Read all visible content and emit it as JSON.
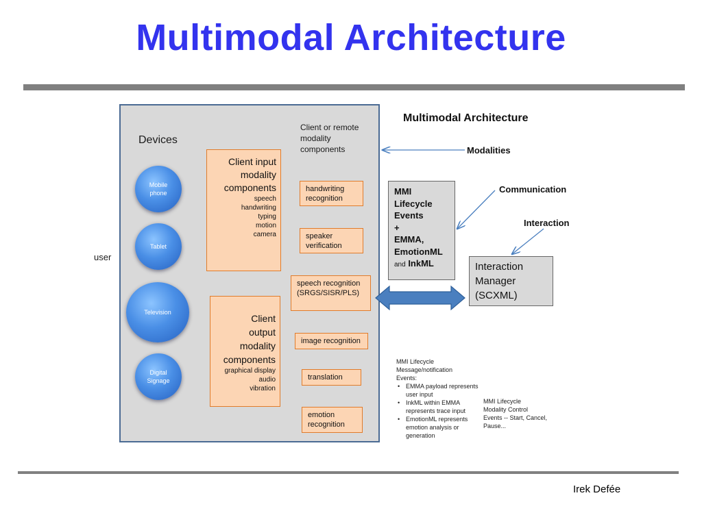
{
  "slide": {
    "title": "Multimodal Architecture",
    "author": "Irek Defée"
  },
  "diagram": {
    "heading": "Multimodal Architecture",
    "user_label": "user",
    "devices": {
      "heading": "Devices",
      "items": [
        "Mobile phone",
        "Tablet",
        "Television",
        "Digital Signage"
      ]
    },
    "client_column_heading": "Client or remote modality components",
    "input_box": {
      "title_lines": [
        "Client input",
        "modality",
        "components"
      ],
      "items": [
        "speech",
        "handwriting",
        "typing",
        "motion",
        "camera"
      ]
    },
    "output_box": {
      "title_lines": [
        "Client",
        "output",
        "modality",
        "components"
      ],
      "items": [
        "graphical display",
        "audio",
        "vibration"
      ]
    },
    "modality_components": [
      "handwriting recognition",
      "speaker verification",
      "speech recognition (SRGS/SISR/PLS)",
      "image recognition",
      "translation",
      "emotion recognition"
    ],
    "mmi_box": {
      "lines": [
        "MMI",
        "Lifecycle",
        "Events",
        "+",
        "EMMA,",
        "EmotionML"
      ],
      "last_prefix": "and",
      "last_bold": "InkML"
    },
    "labels": {
      "modalities": "Modalities",
      "communication": "Communication",
      "interaction": "Interaction"
    },
    "interaction_manager": {
      "lines": [
        "Interaction",
        "Manager",
        "(SCXML)"
      ]
    },
    "notes_lifecycle": {
      "header_lines": [
        "MMI Lifecycle",
        "Message/notification",
        "Events:"
      ],
      "bullets": [
        "EMMA payload represents user input",
        "InkML within EMMA represents trace input",
        "EmotionML represents emotion analysis or generation"
      ]
    },
    "notes_control": {
      "lines": [
        "MMI Lifecycle",
        "Modality Control",
        "Events -- Start, Cancel,",
        "Pause..."
      ]
    },
    "colors": {
      "title": "#3333ee",
      "peach_fill": "#fcd5b4",
      "peach_border": "#e07b2a",
      "panel_fill": "#d9d9d9",
      "arrow_blue": "#4a7fbf"
    }
  }
}
